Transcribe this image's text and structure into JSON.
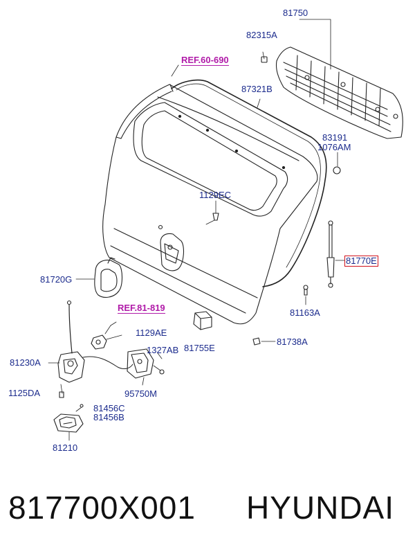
{
  "refs": {
    "r1": "REF.60-690",
    "r2": "REF.81-819"
  },
  "labels": {
    "p81750": "81750",
    "p82315A": "82315A",
    "p87321B": "87321B",
    "p83191": "83191",
    "p1076AM": "1076AM",
    "p1129EC": "1129EC",
    "p81770E": "81770E",
    "p81720G": "81720G",
    "p81163A": "81163A",
    "p1129AE": "1129AE",
    "p81738A": "81738A",
    "p1327AB": "1327AB",
    "p81755E": "81755E",
    "p81230A": "81230A",
    "p95750M": "95750M",
    "p1125DA": "1125DA",
    "p81456C": "81456C",
    "p81456B": "81456B",
    "p81210": "81210"
  },
  "highlighted_part": "81770E",
  "footer": {
    "part_number": "817700X001",
    "brand": "HYUNDAI"
  }
}
